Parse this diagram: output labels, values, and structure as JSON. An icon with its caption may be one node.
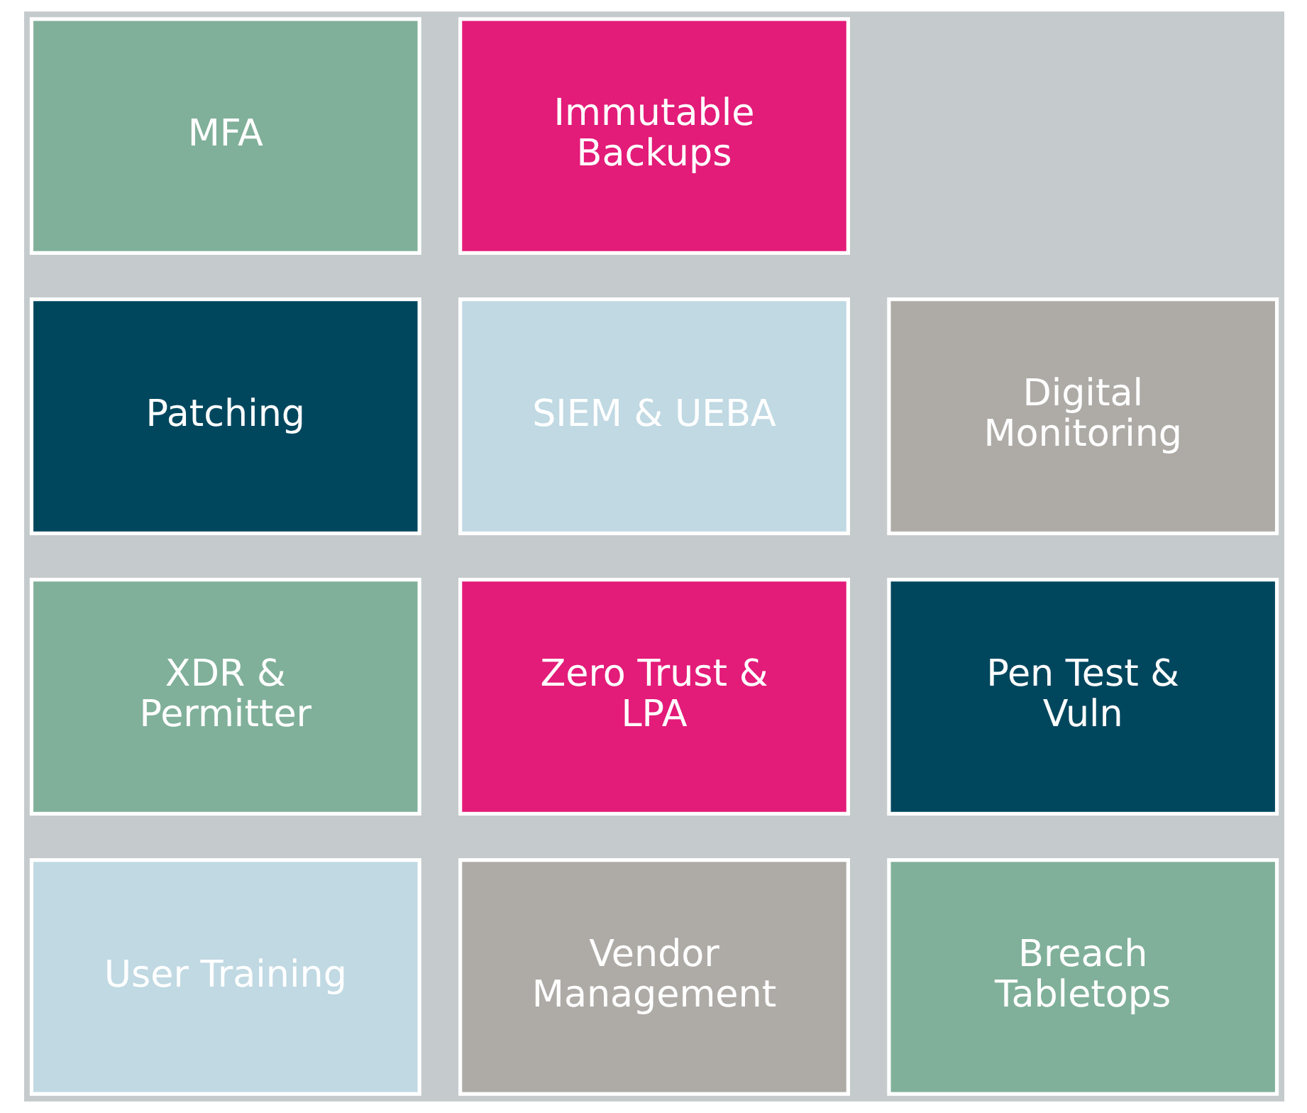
{
  "diagram": {
    "nodes": [
      {
        "text": [
          "MFA"
        ]
      },
      {
        "text": [
          "Immutable Backups"
        ]
      },
      {
        "text": [
          "Patching"
        ]
      },
      {
        "text": [
          "SIEM & UEBA"
        ]
      },
      {
        "text": [
          "Digital Monitoring"
        ]
      },
      {
        "text": [
          "XDR & Permitter"
        ]
      },
      {
        "text": [
          "Zero Trust & LPA"
        ]
      },
      {
        "text": [
          "Pen Test & Vuln"
        ]
      },
      {
        "text": [
          "User Training"
        ]
      },
      {
        "text": [
          "Vendor Management"
        ]
      },
      {
        "text": [
          "Breach Tabletops"
        ]
      }
    ]
  }
}
